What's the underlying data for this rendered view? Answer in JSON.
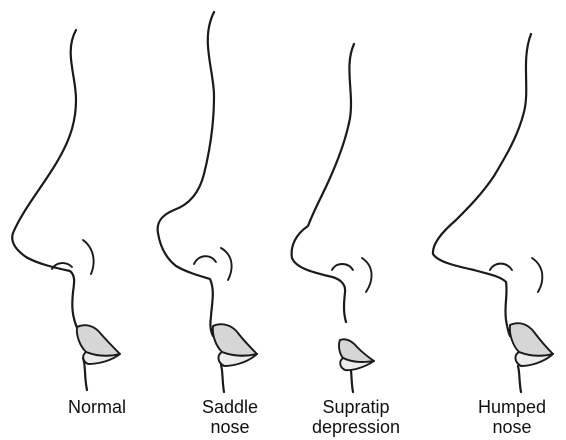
{
  "labels": [
    {
      "line1": "Normal",
      "line2": ""
    },
    {
      "line1": "Saddle",
      "line2": "nose"
    },
    {
      "line1": "Supratip",
      "line2": "depression"
    },
    {
      "line1": "Humped",
      "line2": "nose"
    }
  ],
  "colors": {
    "stroke": "#1a1a1a",
    "upper_lip_fill": "#d6d6d6",
    "lower_lip_fill": "#ececec"
  }
}
